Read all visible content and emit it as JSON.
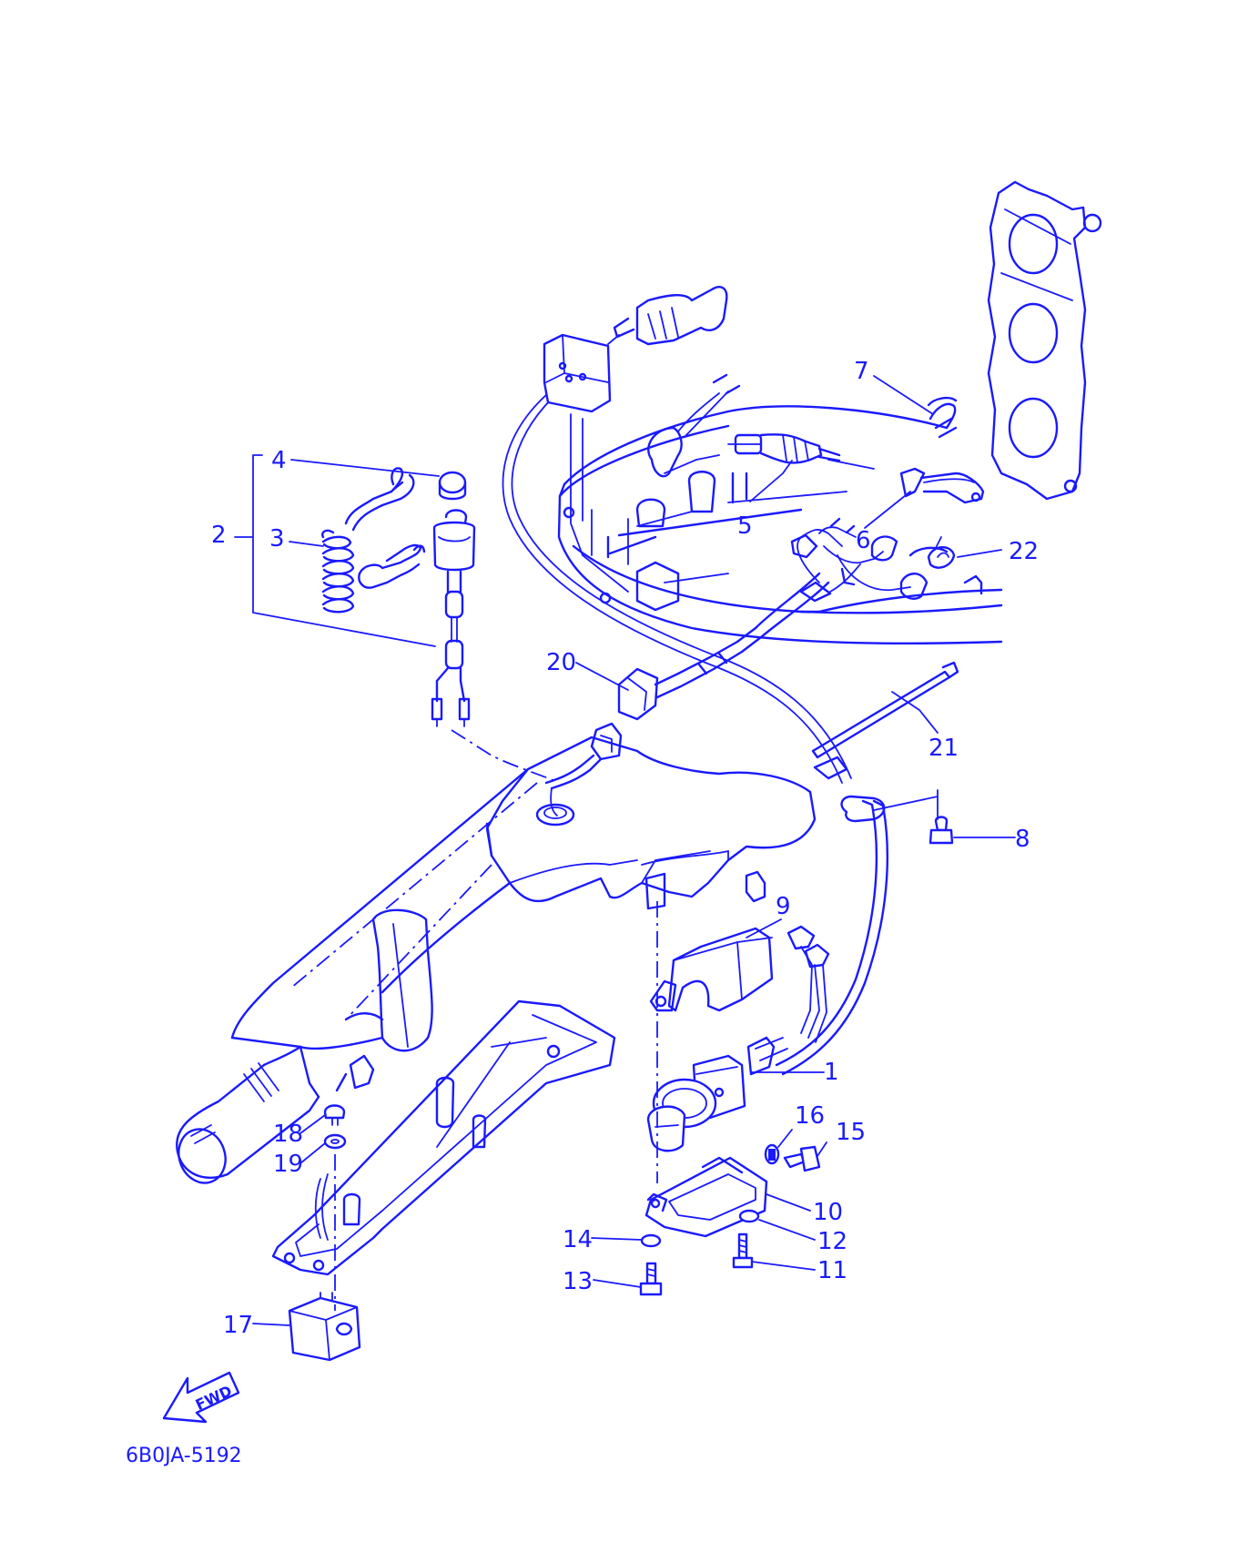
{
  "drawing_code": "6B0JA-5192",
  "fwd_label": "FWD",
  "ink_color": "#1a1aff",
  "callouts": {
    "c1": "1",
    "c2": "2",
    "c3": "3",
    "c4": "4",
    "c5": "5",
    "c6": "6",
    "c7": "7",
    "c8": "8",
    "c9": "9",
    "c10": "10",
    "c11": "11",
    "c12": "12",
    "c13": "13",
    "c14": "14",
    "c15": "15",
    "c16": "16",
    "c17": "17",
    "c18": "18",
    "c19": "19",
    "c20": "20",
    "c21": "21",
    "c22": "22"
  }
}
